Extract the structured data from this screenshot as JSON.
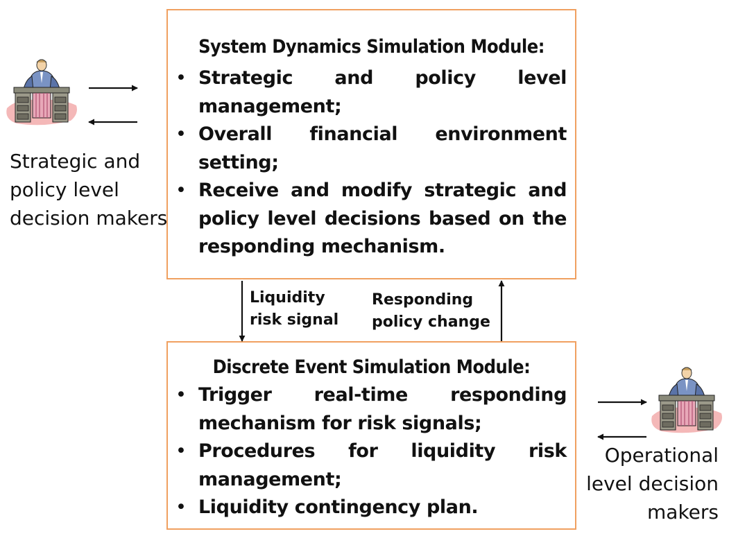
{
  "top_module": {
    "title": "System Dynamics Simulation Module:",
    "bullets": [
      "Strategic and policy level management;",
      "Overall financial environment setting;",
      "Receive and modify strategic and policy level decisions based on the responding mechanism."
    ]
  },
  "bottom_module": {
    "title": "Discrete Event Simulation Module:",
    "bullets": [
      "Trigger real-time responding mechanism for risk signals;",
      "Procedures for liquidity risk management;",
      "Liquidity contingency plan."
    ]
  },
  "flows": {
    "down_label": [
      "Liquidity",
      "risk signal"
    ],
    "up_label": [
      "Responding",
      "policy change"
    ]
  },
  "actors": {
    "strategic": {
      "label": [
        "Strategic and",
        "policy level",
        "decision makers"
      ],
      "icon": "businessman-at-desk-icon"
    },
    "operational": {
      "label": [
        "Operational",
        "level decision",
        "makers"
      ],
      "icon": "businessman-at-desk-icon"
    }
  },
  "colors": {
    "box_border": "#f0a060",
    "text": "#111111"
  }
}
